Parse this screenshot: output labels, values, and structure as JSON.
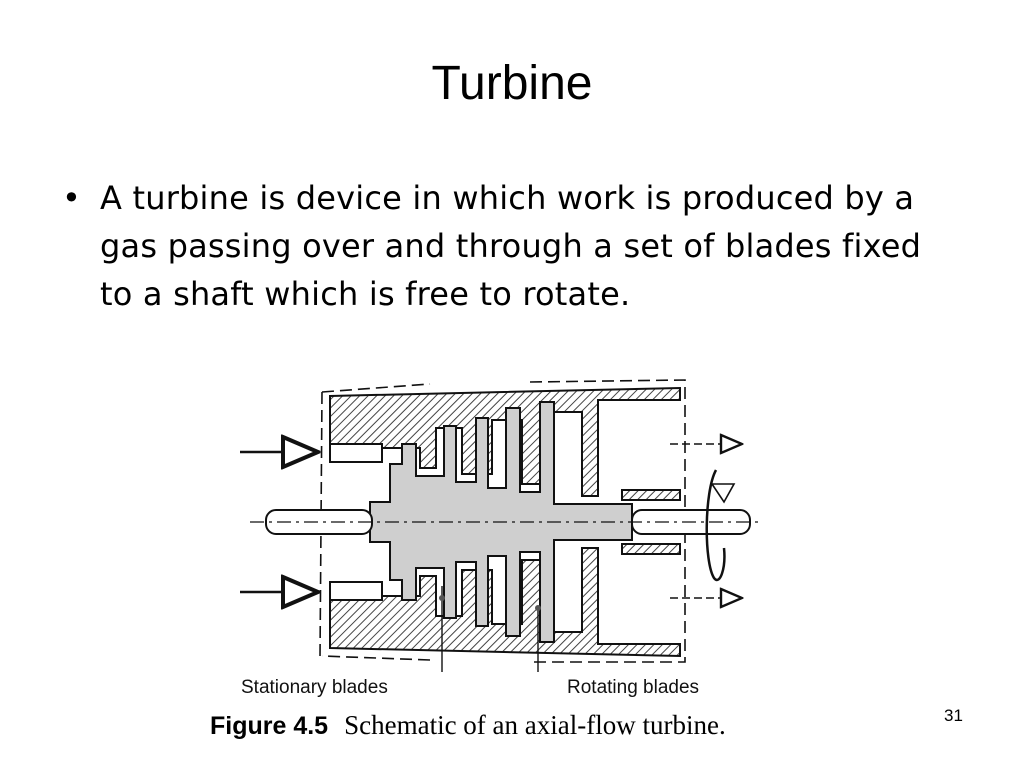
{
  "slide": {
    "title": "Turbine",
    "bullets": [
      {
        "marker": "•",
        "text": "A turbine is device in which work is produced by a gas passing over and through a set of blades fixed to a shaft which is free to rotate."
      }
    ],
    "figure": {
      "labels": {
        "stationary": "Stationary blades",
        "rotating": "Rotating blades"
      },
      "caption_number": "Figure 4.5",
      "caption_text": "Schematic of an axial-flow turbine.",
      "colors": {
        "rotor": "#cfcfcf",
        "casing_hatch": "#444444",
        "outline": "#111111"
      }
    },
    "page_number": "31"
  }
}
